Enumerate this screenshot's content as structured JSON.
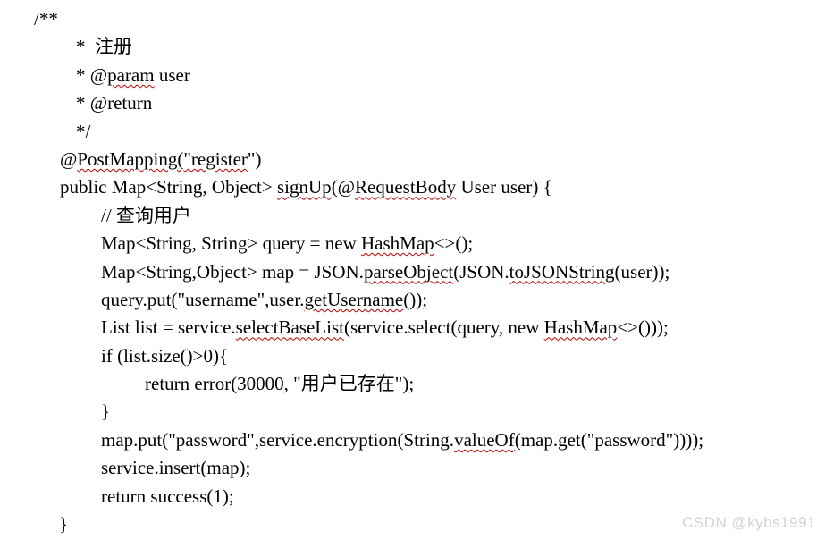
{
  "page": {
    "background": "#ffffff",
    "text_color": "#000000",
    "squiggle_color": "#c00000"
  },
  "watermark": {
    "text": "CSDN @kybs1991",
    "color": "#d3d3d3"
  },
  "code": {
    "language": "java",
    "lines": [
      {
        "indent": 38,
        "segments": [
          {
            "text": "/**",
            "misspelled": false
          }
        ]
      },
      {
        "indent": 85,
        "segments": [
          {
            "text": "*  注册",
            "misspelled": false
          }
        ]
      },
      {
        "indent": 85,
        "segments": [
          {
            "text": "* @",
            "misspelled": false
          },
          {
            "text": "param",
            "misspelled": true
          },
          {
            "text": " user",
            "misspelled": false
          }
        ]
      },
      {
        "indent": 85,
        "segments": [
          {
            "text": "* @return",
            "misspelled": false
          }
        ]
      },
      {
        "indent": 85,
        "segments": [
          {
            "text": "*/",
            "misspelled": false
          }
        ]
      },
      {
        "indent": 67,
        "segments": [
          {
            "text": "@",
            "misspelled": false
          },
          {
            "text": "PostMapping(\"register",
            "misspelled": true
          },
          {
            "text": "\")",
            "misspelled": false
          }
        ]
      },
      {
        "indent": 67,
        "segments": [
          {
            "text": "public Map<String, Object> ",
            "misspelled": false
          },
          {
            "text": "signUp",
            "misspelled": true
          },
          {
            "text": "(@",
            "misspelled": false
          },
          {
            "text": "RequestBody",
            "misspelled": true
          },
          {
            "text": " User user) {",
            "misspelled": false
          }
        ]
      },
      {
        "indent": 113,
        "segments": [
          {
            "text": "// 查询用户",
            "misspelled": false
          }
        ]
      },
      {
        "indent": 113,
        "segments": [
          {
            "text": "Map<String, String> query = new ",
            "misspelled": false
          },
          {
            "text": "HashMap",
            "misspelled": true
          },
          {
            "text": "<>();",
            "misspelled": false
          }
        ]
      },
      {
        "indent": 113,
        "segments": [
          {
            "text": "Map<String,Object> map = JSON.",
            "misspelled": false
          },
          {
            "text": "parseObject",
            "misspelled": true
          },
          {
            "text": "(JSON.",
            "misspelled": false
          },
          {
            "text": "toJSONString",
            "misspelled": true
          },
          {
            "text": "(user));",
            "misspelled": false
          }
        ]
      },
      {
        "indent": 113,
        "segments": [
          {
            "text": "query.put(\"username\",user.",
            "misspelled": false
          },
          {
            "text": "getUsername",
            "misspelled": true
          },
          {
            "text": "());",
            "misspelled": false
          }
        ]
      },
      {
        "indent": 113,
        "segments": [
          {
            "text": "List list = service.",
            "misspelled": false
          },
          {
            "text": "selectBaseList",
            "misspelled": true
          },
          {
            "text": "(service.select(query, new ",
            "misspelled": false
          },
          {
            "text": "HashMap",
            "misspelled": true
          },
          {
            "text": "<>()));",
            "misspelled": false
          }
        ]
      },
      {
        "indent": 113,
        "segments": [
          {
            "text": "if (list.size()>0){",
            "misspelled": false
          }
        ]
      },
      {
        "indent": 162,
        "segments": [
          {
            "text": "return error(30000, \"用户已存在\");",
            "misspelled": false
          }
        ]
      },
      {
        "indent": 113,
        "segments": [
          {
            "text": "}",
            "misspelled": false
          }
        ]
      },
      {
        "indent": 113,
        "segments": [
          {
            "text": "map.put(\"password\",service.encryption(String.",
            "misspelled": false
          },
          {
            "text": "valueOf",
            "misspelled": true
          },
          {
            "text": "(map.get(\"password\"))));",
            "misspelled": false
          }
        ]
      },
      {
        "indent": 113,
        "segments": [
          {
            "text": "service.insert(map);",
            "misspelled": false
          }
        ]
      },
      {
        "indent": 113,
        "segments": [
          {
            "text": "return success(1);",
            "misspelled": false
          }
        ]
      },
      {
        "indent": 66,
        "segments": [
          {
            "text": "}",
            "misspelled": false
          }
        ]
      }
    ]
  }
}
